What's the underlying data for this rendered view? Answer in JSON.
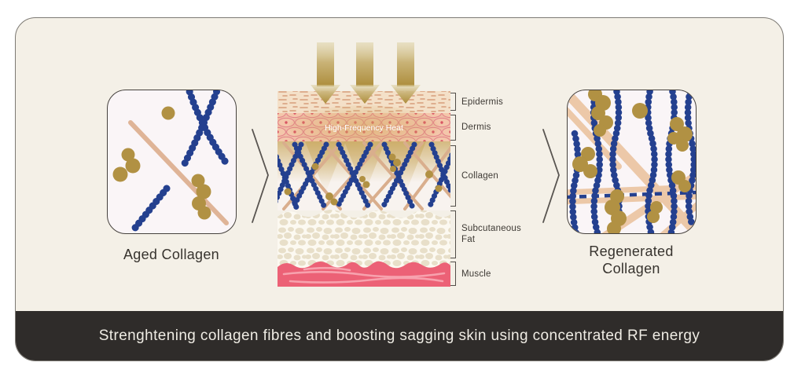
{
  "banner": {
    "text": "Strenghtening collagen fibres and boosting sagging skin using concentrated RF energy"
  },
  "panels": {
    "aged": {
      "label": "Aged Collagen"
    },
    "regenerated": {
      "label": "Regenerated Collagen"
    }
  },
  "diagram": {
    "heat_label": "High-Frequency Heat",
    "layers": [
      {
        "name": "Epidermis"
      },
      {
        "name": "Dermis"
      },
      {
        "name": "Collagen"
      },
      {
        "name": "Subcutaneous Fat"
      },
      {
        "name": "Muscle"
      }
    ]
  },
  "colors": {
    "card_bg": "#f4f0e7",
    "banner_bg": "#2f2c2a",
    "collagen_blue": "#24408f",
    "cell_gold": "#b19143",
    "fibre_tan": "#dfb497",
    "muscle_pink": "#ec6176",
    "dermis_salmon": "#efbca4"
  }
}
